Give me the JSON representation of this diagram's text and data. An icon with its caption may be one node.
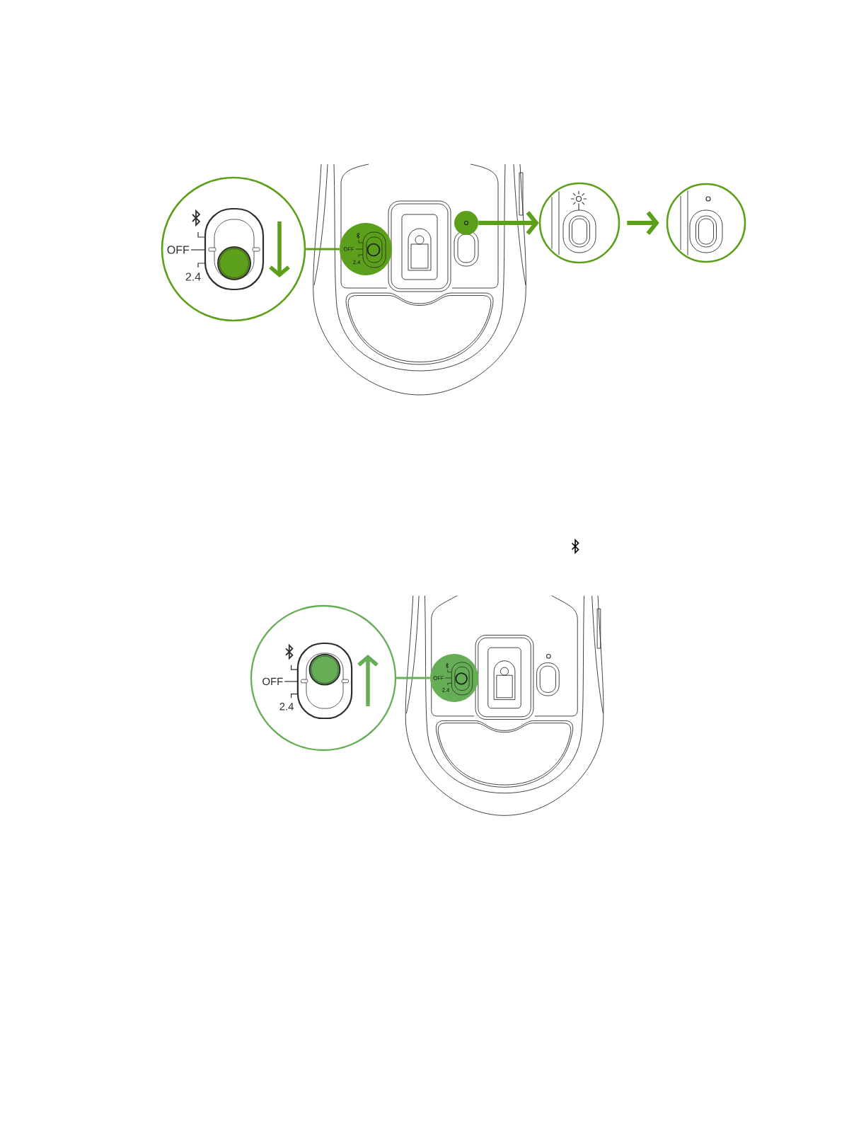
{
  "diagram": {
    "nodes": [
      {
        "text": [
          "OFF",
          "2.4"
        ]
      },
      {
        "text": [
          "OFF",
          "2.4"
        ]
      },
      {
        "text": [],
        "shape": "circle"
      },
      {
        "text": [],
        "shape": "circle"
      },
      {
        "text": [],
        "shape": "circle"
      },
      {
        "text": [
          "OFF",
          "2.4"
        ]
      },
      {
        "text": [
          "OFF",
          "2.4"
        ]
      }
    ],
    "edges": [
      {
        "from": 0,
        "to": 1,
        "arrow": "none"
      },
      {
        "from": 2,
        "to": 3,
        "arrow": "to",
        "style": "thick"
      },
      {
        "from": 3,
        "to": 4,
        "arrow": "to",
        "style": "thick"
      },
      {
        "from": 5,
        "to": 6,
        "arrow": "none",
        "color": "#66ae55"
      }
    ]
  }
}
